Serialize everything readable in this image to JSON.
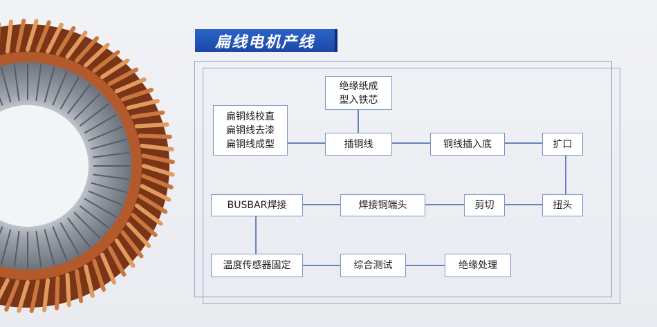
{
  "title": "扁线电机产线",
  "colors": {
    "title_bg": "#1f4fb0",
    "box_border": "#7f96c7",
    "line": "#3a5ea8"
  },
  "steps": {
    "straighten": "扁铜线校直\n扁铜线去漆\n扁铜线成型",
    "insulation": "绝缘纸成\n型入铁芯",
    "insert": "插铜线",
    "insert_bottom": "铜线插入底",
    "expand": "扩口",
    "twist": "扭头",
    "cut": "剪切",
    "weld_end": "焊接铜端头",
    "busbar": "BUSBAR焊接",
    "sensor": "温度传感器固定",
    "test": "综合测试",
    "insulate": "绝缘处理"
  }
}
